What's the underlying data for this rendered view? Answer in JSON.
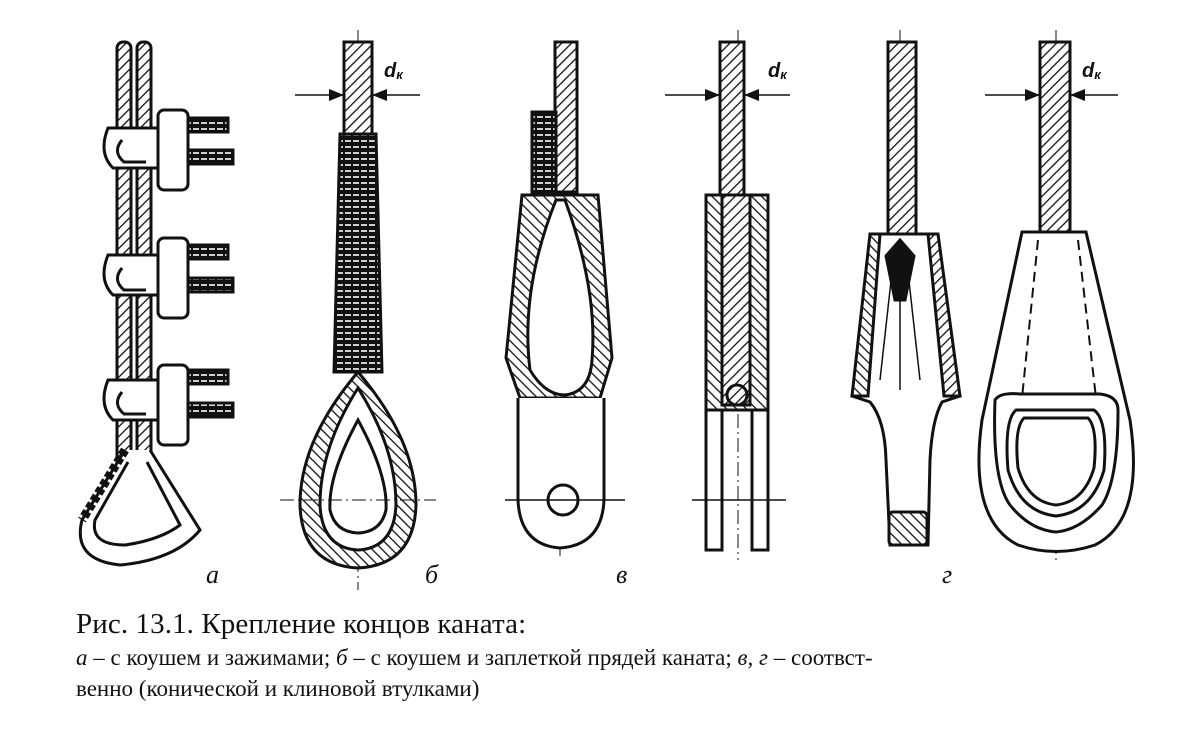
{
  "figure": {
    "dimension_label": {
      "symbol": "d",
      "subscript": "к"
    },
    "sub_labels": [
      {
        "id": "a",
        "text": "а"
      },
      {
        "id": "b",
        "text": "б"
      },
      {
        "id": "v",
        "text": "в"
      },
      {
        "id": "g",
        "text": "г"
      }
    ],
    "panels": [
      {
        "id": "a",
        "depicts": "rope loop with thimble secured by three U-bolt clips"
      },
      {
        "id": "b",
        "depicts": "rope loop with thimble and strand splice wrapping"
      },
      {
        "id": "v",
        "depicts": "conical socket, section and side view"
      },
      {
        "id": "g",
        "depicts": "wedge socket, section and front view"
      }
    ]
  },
  "caption": {
    "title": "Рис. 13.1. Крепление концов каната:",
    "line1": {
      "a_marker": "а",
      "a_text": " – с коушем и зажимами; ",
      "b_marker": "б",
      "b_text": " – с коушем и заплеткой прядей каната; ",
      "vg_marker": "в, г",
      "vg_text": " – соотвст-"
    },
    "line2": "венно (конической и клиновой втулками)"
  }
}
